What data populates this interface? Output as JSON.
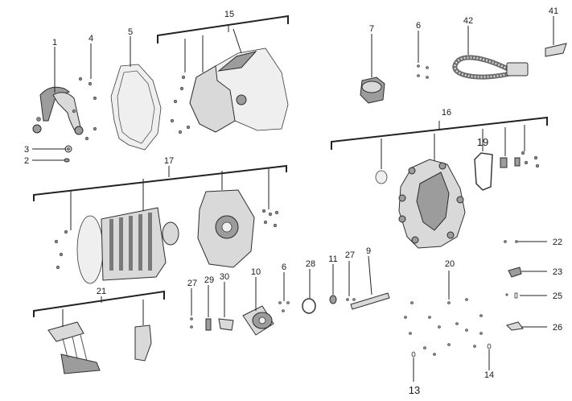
{
  "callouts": [
    {
      "id": "c1",
      "label": "1"
    },
    {
      "id": "c2",
      "label": "2"
    },
    {
      "id": "c3",
      "label": "3"
    },
    {
      "id": "c4",
      "label": "4"
    },
    {
      "id": "c5",
      "label": "5"
    },
    {
      "id": "c15",
      "label": "15"
    },
    {
      "id": "c7",
      "label": "7"
    },
    {
      "id": "c6a",
      "label": "6"
    },
    {
      "id": "c42",
      "label": "42"
    },
    {
      "id": "c41",
      "label": "41"
    },
    {
      "id": "c16",
      "label": "16"
    },
    {
      "id": "c19",
      "label": "19"
    },
    {
      "id": "c17",
      "label": "17"
    },
    {
      "id": "c22",
      "label": "22"
    },
    {
      "id": "c23",
      "label": "23"
    },
    {
      "id": "c25",
      "label": "25"
    },
    {
      "id": "c26",
      "label": "26"
    },
    {
      "id": "c20",
      "label": "20"
    },
    {
      "id": "c21",
      "label": "21"
    },
    {
      "id": "c27a",
      "label": "27"
    },
    {
      "id": "c29",
      "label": "29"
    },
    {
      "id": "c30",
      "label": "30"
    },
    {
      "id": "c10",
      "label": "10"
    },
    {
      "id": "c6b",
      "label": "6"
    },
    {
      "id": "c28",
      "label": "28"
    },
    {
      "id": "c11",
      "label": "11"
    },
    {
      "id": "c27b",
      "label": "27"
    },
    {
      "id": "c9",
      "label": "9"
    },
    {
      "id": "c13",
      "label": "13"
    },
    {
      "id": "c14",
      "label": "14"
    }
  ]
}
